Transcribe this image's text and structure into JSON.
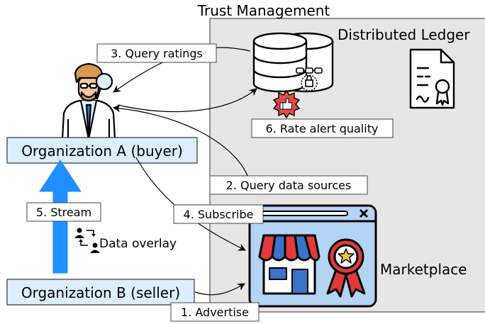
{
  "title": "Trust Management",
  "ledger_label": "Distributed Ledger",
  "nodes": {
    "org_a": "Organization A (buyer)",
    "org_b": "Organization B (seller)",
    "marketplace": "Marketplace"
  },
  "steps": {
    "advertise": "1. Advertise",
    "query_sources": "2. Query data sources",
    "query_ratings": "3. Query ratings",
    "subscribe": "4. Subscribe",
    "stream": "5. Stream",
    "rate": "6. Rate alert quality"
  },
  "overlay_label": "Data overlay",
  "colors": {
    "trust_bg": "#e6e6e6",
    "org_box": "#ddeeff",
    "stream_arrow": "#1e90ff",
    "window_bg": "#b3d4f5",
    "awning_red": "#e03a3a",
    "awning_blue": "#3a73c9",
    "badge_red": "#e24a4a"
  },
  "icons": {
    "buyer": "detective-with-magnifier-icon",
    "database": "database-stack-icon",
    "chain": "blockchain-lock-icon",
    "thumb": "thumbs-up-badge-icon",
    "certificate": "certificate-document-icon",
    "overlay": "data-overlay-network-icon",
    "shop": "marketplace-shop-window-icon",
    "ribbon": "award-ribbon-icon"
  }
}
